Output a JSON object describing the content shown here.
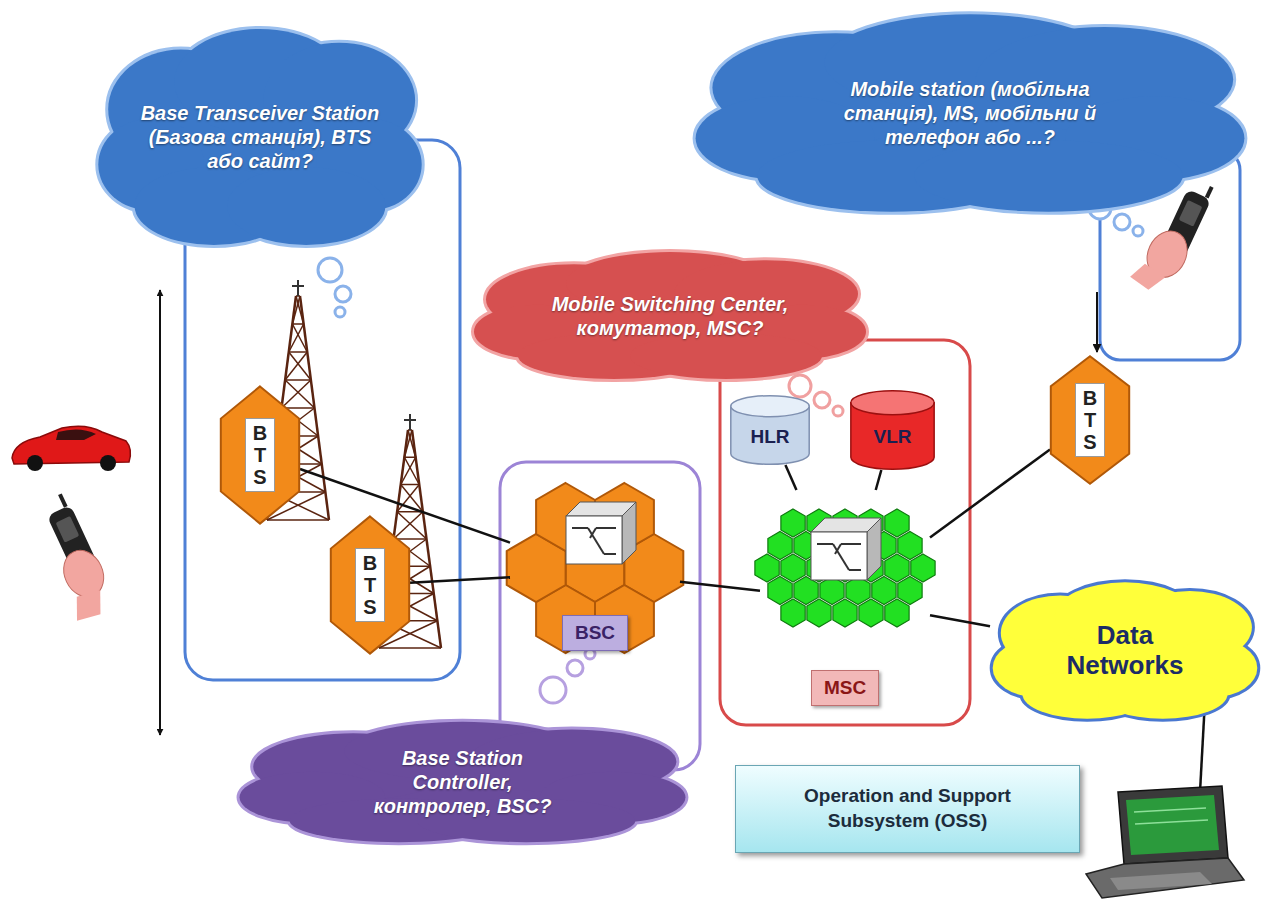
{
  "diagram": {
    "nodes": [
      {
        "text": [
          "Base Transceiver Station (Базова станція), BTS або сайт?"
        ]
      },
      {
        "text": [
          "Mobile station (мобільна станція), MS, мобільни й телефон або ...?"
        ]
      },
      {
        "text": [
          "Mobile Switching Center, комутатор, MSC?"
        ]
      },
      {
        "text": [
          "BTS"
        ]
      },
      {
        "text": [
          "HLR"
        ]
      },
      {
        "text": [
          "VLR"
        ]
      },
      {
        "text": [
          "BTS"
        ]
      },
      {
        "text": [
          "BTS"
        ]
      },
      {
        "text": [
          "BSC"
        ]
      },
      {
        "text": [
          "MSC"
        ]
      },
      {
        "text": [
          "Data Networks"
        ]
      },
      {
        "text": [
          "Base Station Controller, контролер, BSC?"
        ]
      },
      {
        "text": [
          "Operation and Support Subsystem (OSS)"
        ]
      }
    ],
    "edges": [
      {
        "from": 3,
        "to": 8,
        "arrow": "none"
      },
      {
        "from": 7,
        "to": 8,
        "arrow": "none"
      },
      {
        "from": 8,
        "to": 9,
        "arrow": "none"
      },
      {
        "from": 4,
        "to": 9,
        "arrow": "none"
      },
      {
        "from": 5,
        "to": 9,
        "arrow": "none"
      },
      {
        "from": 9,
        "to": 6,
        "arrow": "none"
      },
      {
        "from": 9,
        "to": 10,
        "arrow": "none"
      }
    ]
  }
}
